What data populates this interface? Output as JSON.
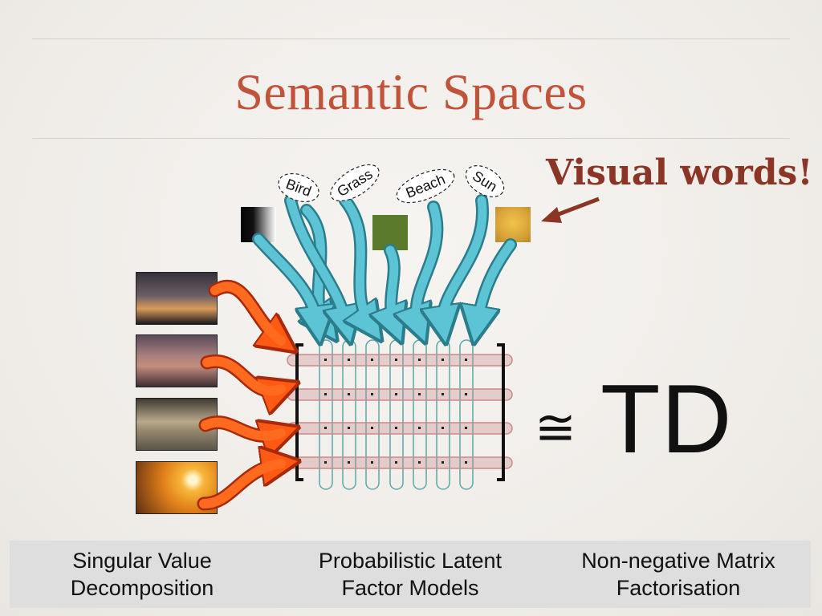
{
  "title": "Semantic Spaces",
  "callout": "Visual words!",
  "word_labels": [
    "Bird",
    "Grass",
    "Beach",
    "Sun"
  ],
  "approx_symbol": "≅",
  "product": "TD",
  "footer": {
    "items": [
      {
        "lines": [
          "Singular Value",
          "Decomposition"
        ]
      },
      {
        "lines": [
          "Probabilistic Latent",
          "Factor Models"
        ]
      },
      {
        "lines": [
          "Non-negative Matrix",
          "Factorisation"
        ]
      }
    ]
  },
  "colors": {
    "title": "#c0533a",
    "callout": "#8a3526",
    "word_arrows": "#5cc4d4",
    "image_arrows": "#e8481c",
    "row_bands": "#c98a8a",
    "column_bands": "#5aa7a7",
    "swatch_green": "#5b7a2c",
    "swatch_gold": "#d9a43a"
  },
  "icons": {
    "callout_arrow": "arrow-left-icon",
    "matrix_brackets": "bracket-icon"
  }
}
